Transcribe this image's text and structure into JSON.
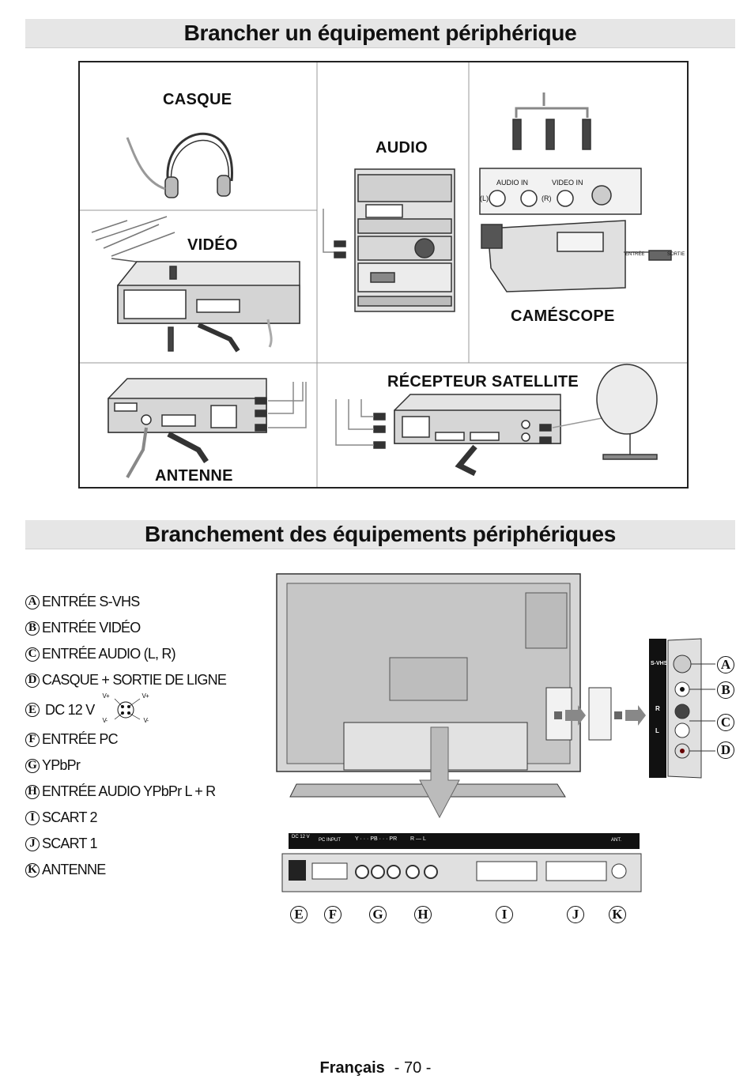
{
  "section1": {
    "title": "Brancher un équipement périphérique",
    "labels": {
      "casque": "CASQUE",
      "audio": "AUDIO",
      "video": "VIDÉO",
      "camescope": "CAMÉSCOPE",
      "antenne": "ANTENNE",
      "recepteur": "RÉCEPTEUR SATELLITE"
    },
    "panel_text": {
      "audio_in": "AUDIO IN",
      "video_in": "VIDEO IN",
      "left": "(L)",
      "right": "(R)",
      "entree": "ENTRÉE",
      "sortie": "SORTIE"
    }
  },
  "section2": {
    "title": "Branchement des équipements périphériques",
    "items": [
      {
        "letter": "A",
        "text": "ENTRÉE S-VHS"
      },
      {
        "letter": "B",
        "text": "ENTRÉE VIDÉO"
      },
      {
        "letter": "C",
        "text": "ENTRÉE AUDIO (L, R)"
      },
      {
        "letter": "D",
        "text": "CASQUE + SORTIE DE LIGNE"
      },
      {
        "letter": "E",
        "text": "DC 12 V"
      },
      {
        "letter": "F",
        "text": "ENTRÉE PC"
      },
      {
        "letter": "G",
        "text": "YPbPr"
      },
      {
        "letter": "H",
        "text": "ENTRÉE AUDIO YPbPr L + R"
      },
      {
        "letter": "I",
        "text": "SCART 2"
      },
      {
        "letter": "J",
        "text": "SCART 1"
      },
      {
        "letter": "K",
        "text": "ANTENNE"
      }
    ],
    "dc_pins": {
      "vplus": "V+",
      "vminus": "V-"
    },
    "side_panel": {
      "svhs": "S-VHS",
      "r": "R",
      "l": "L"
    },
    "rear_strip": {
      "dc": "DC 12 V",
      "pc": "PC INPUT",
      "ypbpr": "Y · · · PB · · · PR",
      "audio": "R — L",
      "ant": "ANT."
    },
    "callouts_side": [
      "A",
      "B",
      "C",
      "D"
    ],
    "callouts_rear": [
      "E",
      "F",
      "G",
      "H",
      "I",
      "J",
      "K"
    ]
  },
  "footer": {
    "language": "Français",
    "page": "- 70 -"
  }
}
